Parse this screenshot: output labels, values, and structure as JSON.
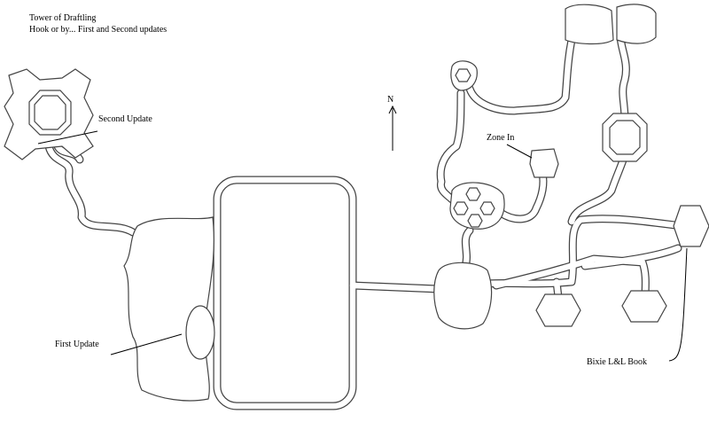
{
  "title": {
    "line1": "Tower of Draftling",
    "line2": "Hook or by... First and Second updates"
  },
  "labels": {
    "second_update": "Second Update",
    "first_update": "First Update",
    "zone_in": "Zone In",
    "bixie": "Bixie L&L Book",
    "north": "N"
  }
}
